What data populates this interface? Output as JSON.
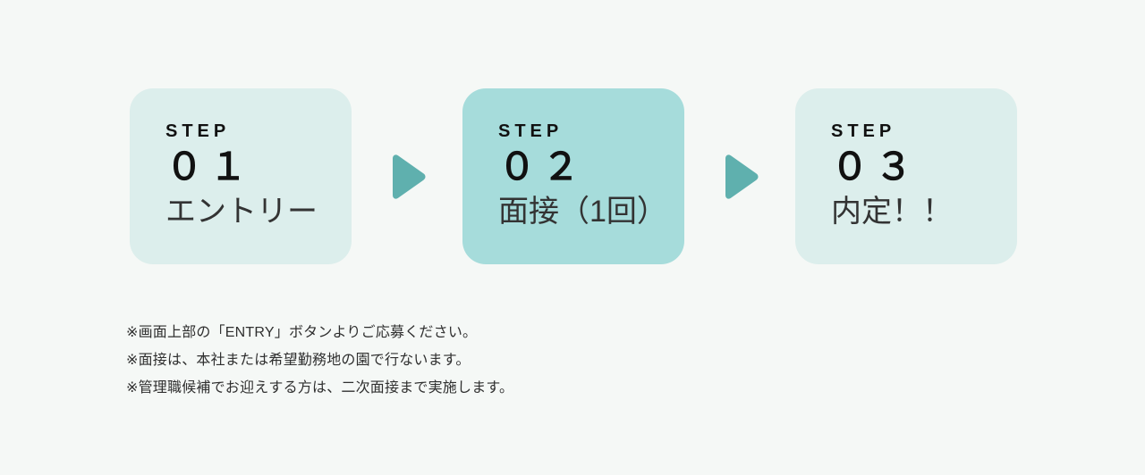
{
  "theme": {
    "page_background": "#f5f8f6",
    "card_light": "#dceeec",
    "card_highlight": "#a6dcdb",
    "arrow_color": "#5fb0ae",
    "heading_color": "#111111",
    "title_color": "#333333",
    "note_color": "#2f2f2f"
  },
  "flow": {
    "steps": [
      {
        "label": "STEP",
        "number": "０１",
        "title": "エントリー",
        "tone": "light"
      },
      {
        "label": "STEP",
        "number": "０２",
        "title": "面接（1回）",
        "tone": "highlight"
      },
      {
        "label": "STEP",
        "number": "０３",
        "title": "内定！！",
        "tone": "light"
      }
    ],
    "arrows": [
      {
        "icon": "triangle-right-icon"
      },
      {
        "icon": "triangle-right-icon"
      }
    ]
  },
  "notes": [
    "※画面上部の「ENTRY」ボタンよりご応募ください。",
    "※面接は、本社または希望勤務地の園で行ないます。",
    "※管理職候補でお迎えする方は、二次面接まで実施します。"
  ]
}
